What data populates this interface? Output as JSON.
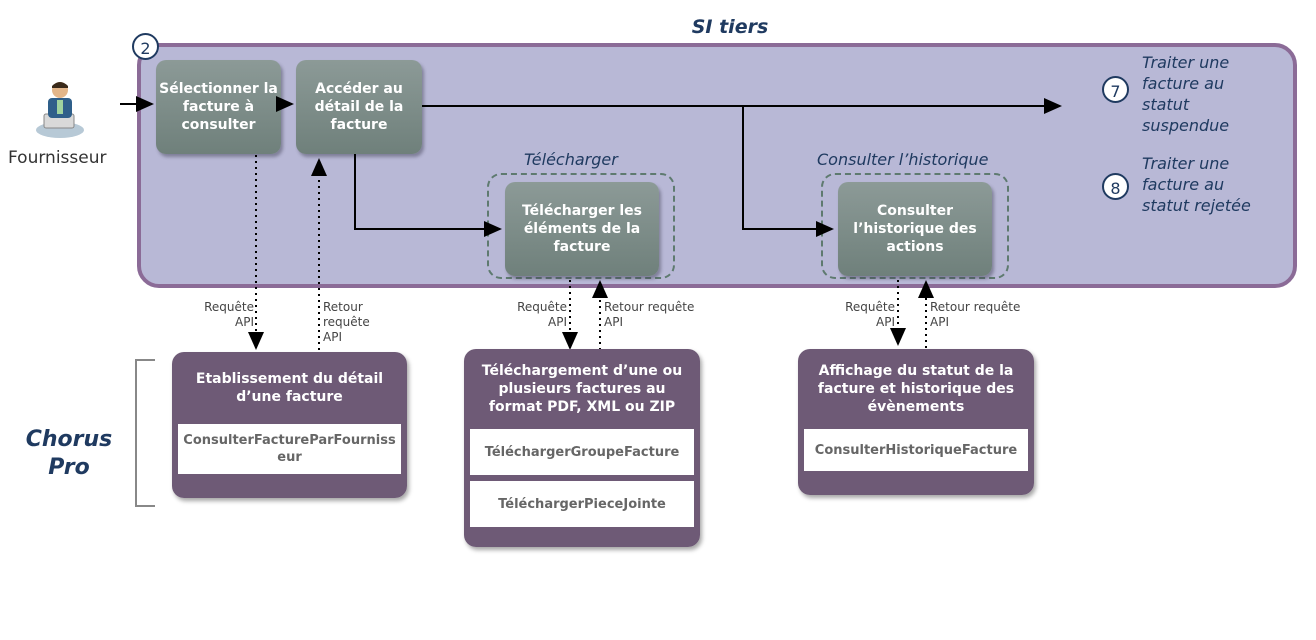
{
  "si_title": "SI tiers",
  "actor": {
    "label": "Fournisseur"
  },
  "steps": {
    "num2": "2",
    "select": "Sélectionner la facture à consulter",
    "access": "Accéder au détail de la facture",
    "download_group": "Télécharger",
    "download": "Télécharger les éléments de la facture",
    "history_group": "Consulter l’historique",
    "history": "Consulter l’historique des actions"
  },
  "outcomes": [
    {
      "num": "7",
      "text": "Traiter une facture au statut suspendue"
    },
    {
      "num": "8",
      "text": "Traiter une facture au statut rejetée"
    }
  ],
  "api_labels": {
    "req1": "Requête API",
    "ret1": "Retour requête API",
    "req2": "Requête API",
    "ret2": "Retour requête API",
    "req3": "Requête API",
    "ret3": "Retour requête API"
  },
  "chorus": {
    "line1": "Chorus",
    "line2": "Pro"
  },
  "cards": [
    {
      "title": "Etablissement du détail d’une facture",
      "apis": [
        "ConsulterFactureParFourniss eur"
      ]
    },
    {
      "title": "Téléchargement d’une ou plusieurs factures au format PDF, XML ou ZIP",
      "apis": [
        "TéléchargerGroupeFacture",
        "TéléchargerPieceJointe"
      ]
    },
    {
      "title": "Affichage du statut de la facture et historique des évènements",
      "apis": [
        "ConsulterHistoriqueFacture"
      ]
    }
  ]
}
